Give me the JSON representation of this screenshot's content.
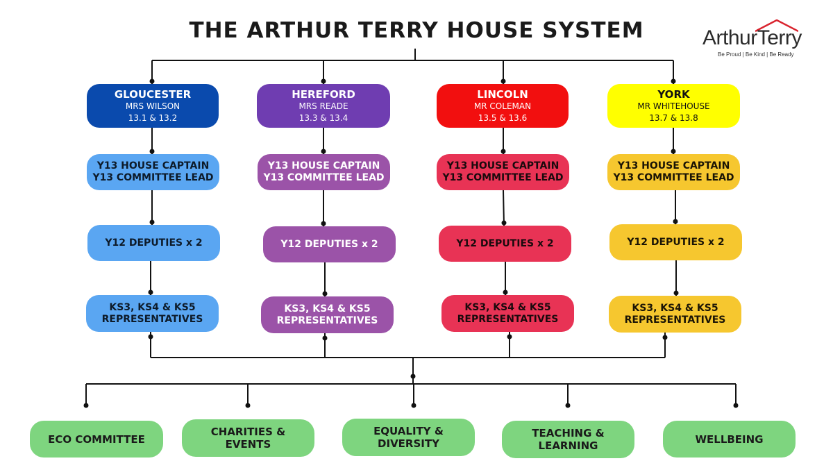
{
  "title": "THE ARTHUR TERRY HOUSE SYSTEM",
  "logo": {
    "wordmark": "ArthurTerry",
    "tagline": "Be Proud | Be Kind | Be Ready",
    "roof_color": "#d9232e"
  },
  "roles": {
    "captain_line1": "Y13 HOUSE CAPTAIN",
    "captain_line2": "Y13 COMMITTEE LEAD",
    "deputies": "Y12 DEPUTIES x 2",
    "reps_line1": "KS3, KS4 & KS5",
    "reps_line2": "REPRESENTATIVES"
  },
  "houses": [
    {
      "name": "GLOUCESTER",
      "head": "MRS WILSON",
      "forms": "13.1 & 13.2",
      "header_color": "#0a4aad",
      "header_text_color": "#ffffff",
      "role_color": "#5aa6f2",
      "role_text_color": "#0d1b2a"
    },
    {
      "name": "HEREFORD",
      "head": "MRS READE",
      "forms": "13.3 & 13.4",
      "header_color": "#6f3db1",
      "header_text_color": "#ffffff",
      "role_color": "#9b53a8",
      "role_text_color": "#ffffff"
    },
    {
      "name": "LINCOLN",
      "head": "MR COLEMAN",
      "forms": "13.5 & 13.6",
      "header_color": "#f20f0f",
      "header_text_color": "#ffffff",
      "role_color": "#e83355",
      "role_text_color": "#1a0a0d"
    },
    {
      "name": "YORK",
      "head": "MR WHITEHOUSE",
      "forms": "13.7 & 13.8",
      "header_color": "#ffff00",
      "header_text_color": "#111111",
      "role_color": "#f6c72f",
      "role_text_color": "#1a1405"
    }
  ],
  "committees": [
    {
      "line1": "ECO COMMITTEE",
      "line2": ""
    },
    {
      "line1": "CHARITIES &",
      "line2": "EVENTS"
    },
    {
      "line1": "EQUALITY &",
      "line2": "DIVERSITY"
    },
    {
      "line1": "TEACHING &",
      "line2": "LEARNING"
    },
    {
      "line1": "WELLBEING",
      "line2": ""
    }
  ],
  "committee_color": "#7ed57f"
}
